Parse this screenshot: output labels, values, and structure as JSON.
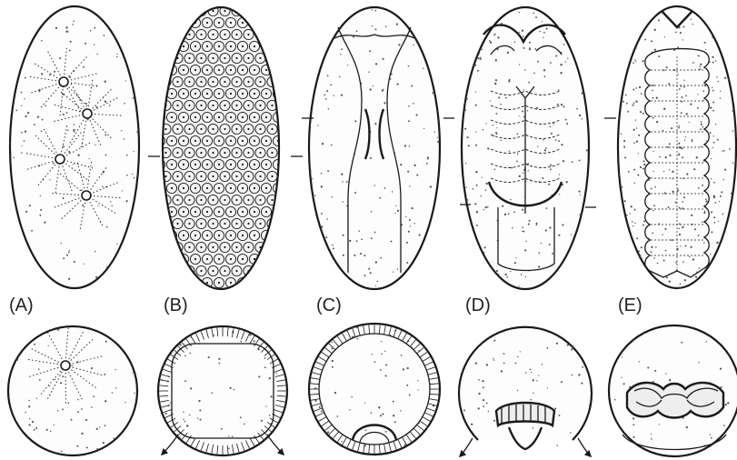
{
  "figure": {
    "panel_labels": [
      "(A)",
      "(B)",
      "(C)",
      "(D)",
      "(E)"
    ],
    "colors": {
      "ink": "#1a1a1a",
      "background": "#ffffff",
      "dots": "#555555"
    }
  }
}
